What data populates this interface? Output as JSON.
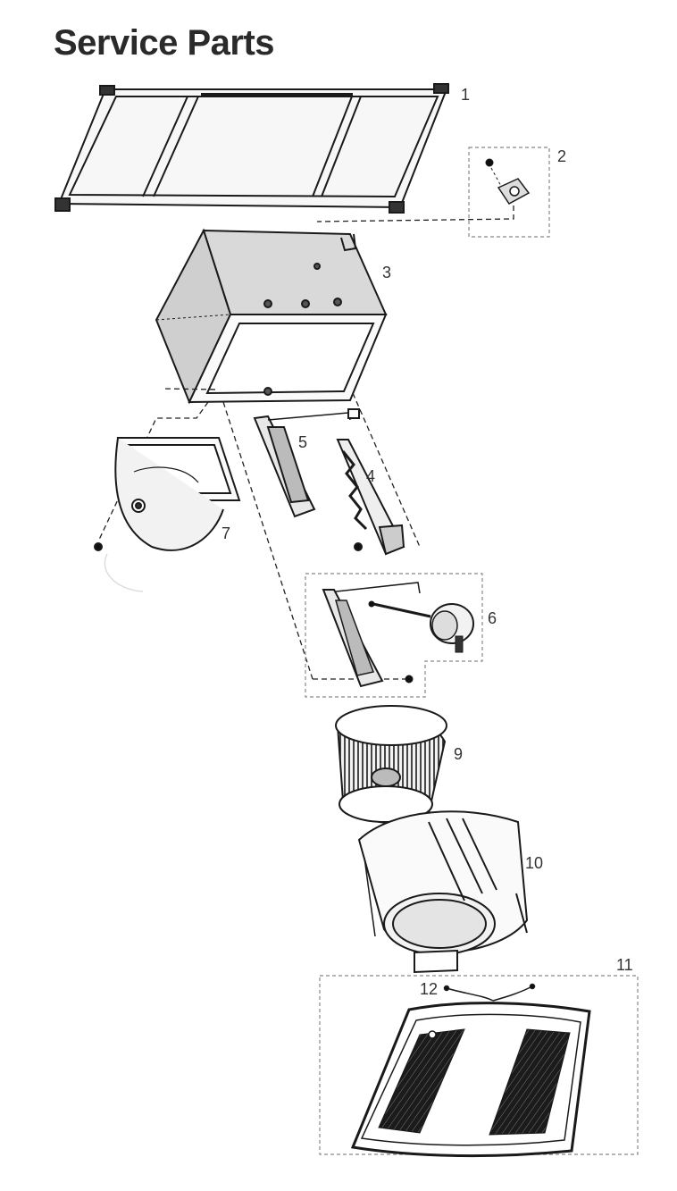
{
  "title": "Service Parts",
  "callouts": {
    "p1": "1",
    "p2": "2",
    "p3": "3",
    "p4": "4",
    "p5": "5",
    "p6": "6",
    "p7": "7",
    "p9": "9",
    "p10": "10",
    "p11": "11",
    "p12": "12"
  }
}
